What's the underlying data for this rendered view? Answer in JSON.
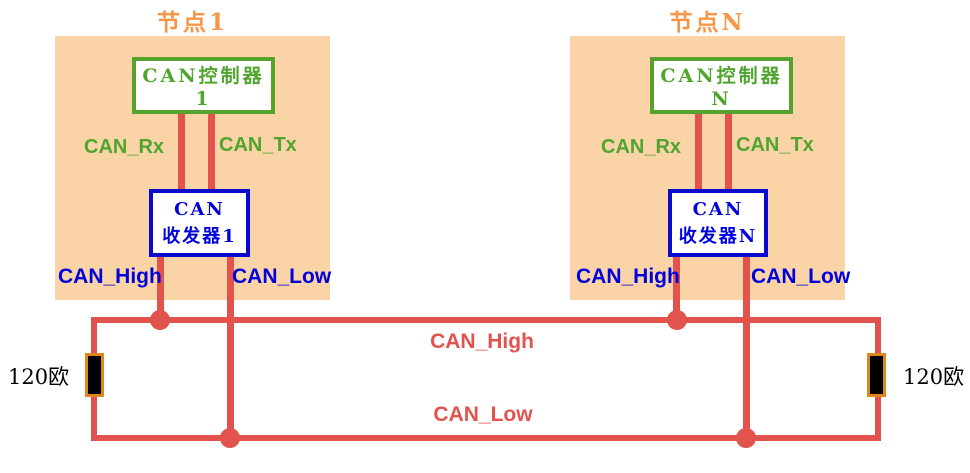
{
  "colors": {
    "red": "#E2534E",
    "green": "#4FA52E",
    "green_border": "#55A32C",
    "blue": "#0A0ACF",
    "blue_text": "#0000DC",
    "orange": "#F79646",
    "node_fill": "#FAD3A6",
    "resistor_border": "#E1861E",
    "black": "#000000"
  },
  "nodes": [
    {
      "title": "节点1",
      "controller_label": "CAN控制器1",
      "transceiver_label": "CAN\n收发器1",
      "rx_label": "CAN_Rx",
      "tx_label": "CAN_Tx",
      "high_label": "CAN_High",
      "low_label": "CAN_Low"
    },
    {
      "title": "节点N",
      "controller_label": "CAN控制器N",
      "transceiver_label": "CAN\n收发器N",
      "rx_label": "CAN_Rx",
      "tx_label": "CAN_Tx",
      "high_label": "CAN_High",
      "low_label": "CAN_Low"
    }
  ],
  "bus": {
    "high_label": "CAN_High",
    "low_label": "CAN_Low",
    "left_resistor_label": "120欧",
    "right_resistor_label": "120欧"
  }
}
